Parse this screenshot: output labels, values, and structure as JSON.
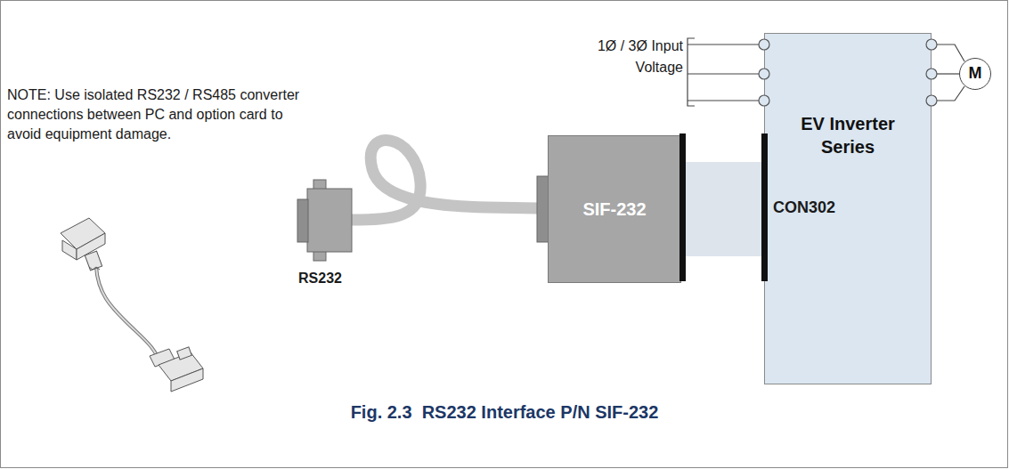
{
  "diagram": {
    "caption": "Fig. 2.3  RS232 Interface P/N SIF-232",
    "nodes": [
      {
        "text": [
          "SIF-232"
        ]
      },
      {
        "text": [
          "EV Inverter Series"
        ]
      },
      {
        "text": [
          "M"
        ]
      }
    ],
    "edges": [
      {
        "from": 0,
        "to": 1,
        "arrow": "none"
      },
      {
        "from": 1,
        "to": 2,
        "arrow": "none"
      }
    ],
    "labels": [
      "NOTE: Use isolated RS232 / RS485 converter connections between PC and option card to avoid equipment damage.",
      "1Ø / 3Ø Input Voltage",
      "RS232",
      "CON302"
    ]
  }
}
